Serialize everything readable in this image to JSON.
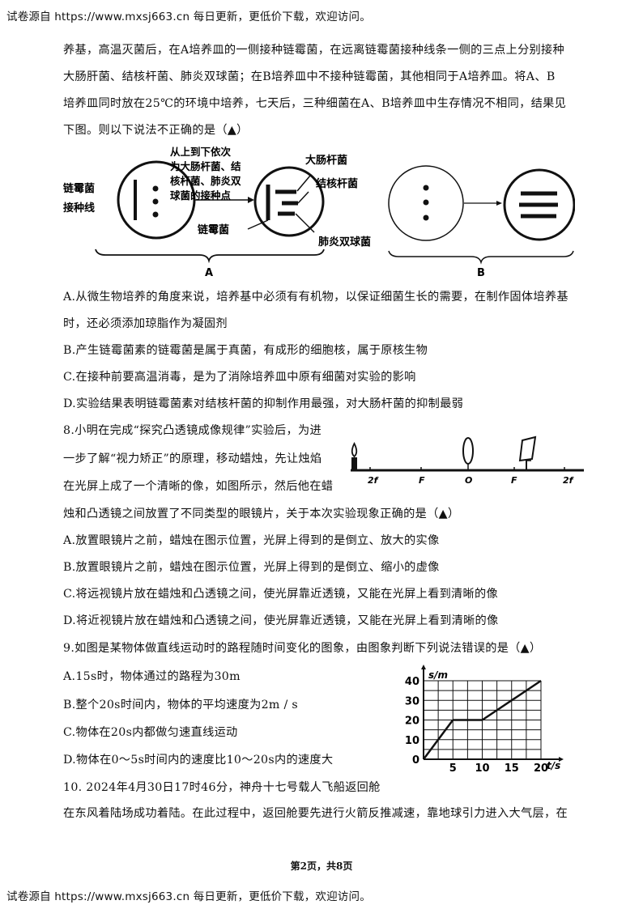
{
  "header": {
    "text": "试卷源自 https://www.mxsj663.cn  每日更新，更低价下载，欢迎访问。"
  },
  "q7_intro": [
    "养基，高温灭菌后，在A培养皿的一侧接种链霉菌，在远离链霉菌接种线条一侧的三点上分别接种",
    "大肠肝菌、结核杆菌、肺炎双球菌；在B培养皿中不接种链霉菌，其他相同于A培养皿。将A、B",
    "培养皿同时放在25℃的环境中培养，七天后，三种细菌在A、B培养皿中生存情况不相同，结果见",
    "下图。则以下说法不正确的是（▲）"
  ],
  "fig7": {
    "label_streptomyces_line": [
      "链霉菌",
      "接种线"
    ],
    "label_order": [
      "从上到下依次",
      "为大肠杆菌、结",
      "核杆菌、肺炎双",
      "球菌的接种点"
    ],
    "label_streptomyces": "链霉菌",
    "label_ecoli": "大肠杆菌",
    "label_tb": "结核杆菌",
    "label_pneumo": "肺炎双球菌",
    "label_A": "A",
    "label_B": "B"
  },
  "q7_options": [
    "A.从微生物培养的角度来说，培养基中必须有有机物，以保证细菌生长的需要，在制作固体培养基",
    "时，还必须添加琼脂作为凝固剂",
    "B.产生链霉菌素的链霉菌是属于真菌，有成形的细胞核，属于原核生物",
    "C.在接种前要高温消毒，是为了消除培养皿中原有细菌对实验的影响",
    "D.实验结果表明链霉菌素对结核杆菌的抑制作用最强，对大肠杆菌的抑制最弱"
  ],
  "q8": [
    "8.小明在完成“探究凸透镜成像规律”实验后，为进",
    "一步了解“视力矫正”的原理，移动蜡烛，先让烛焰",
    "在光屏上成了一个清晰的像，如图所示，然后他在蜡",
    "烛和凸透镜之间放置了不同类型的眼镜片，关于本次实验现象正确的是（▲）",
    "A.放置眼镜片之前，蜡烛在图示位置，光屏上得到的是倒立、放大的实像",
    "B.放置眼镜片之前，蜡烛在图示位置，光屏上得到的是倒立、缩小的虚像",
    "C.将远视镜片放在蜡烛和凸透镜之间，使光屏靠近透镜，又能在光屏上看到清晰的像",
    "D.将近视镜片放在蜡烛和凸透镜之间，使光屏靠近透镜，又能在光屏上看到清晰的像"
  ],
  "fig8": {
    "labels": [
      "2f",
      "F",
      "O",
      "F",
      "2f"
    ]
  },
  "q9": [
    "9.如图是某物体做直线运动时的路程随时间变化的图象，由图象判断下列说法错误的是（▲）",
    "A.15s时，物体通过的路程为30m",
    "B.整个20s时间内，物体的平均速度为2m / s",
    "C.物体在20s内都做匀速直线运动",
    "D.物体在0～5s时间内的速度比10～20s内的速度大"
  ],
  "chart_data": {
    "type": "line",
    "x": [
      0,
      5,
      10,
      20
    ],
    "y": [
      0,
      20,
      20,
      40
    ],
    "xlabel": "t/s",
    "ylabel": "s/m",
    "xticks": [
      "5",
      "10",
      "15",
      "20"
    ],
    "yticks": [
      "0",
      "10",
      "20",
      "30",
      "40"
    ],
    "xlim": [
      0,
      20
    ],
    "ylim": [
      0,
      40
    ],
    "grid": true
  },
  "q10": [
    "10. 2024年4月30日17时46分，神舟十七号载人飞船返回舱",
    "在东风着陆场成功着陆。在此过程中，返回舱要先进行火箭反推减速，靠地球引力进入大气层，在"
  ],
  "footer": {
    "text": "第2页，共8页"
  },
  "footer_header": {
    "text": "试卷源自 https://www.mxsj663.cn  每日更新，更低价下载，欢迎访问。"
  }
}
